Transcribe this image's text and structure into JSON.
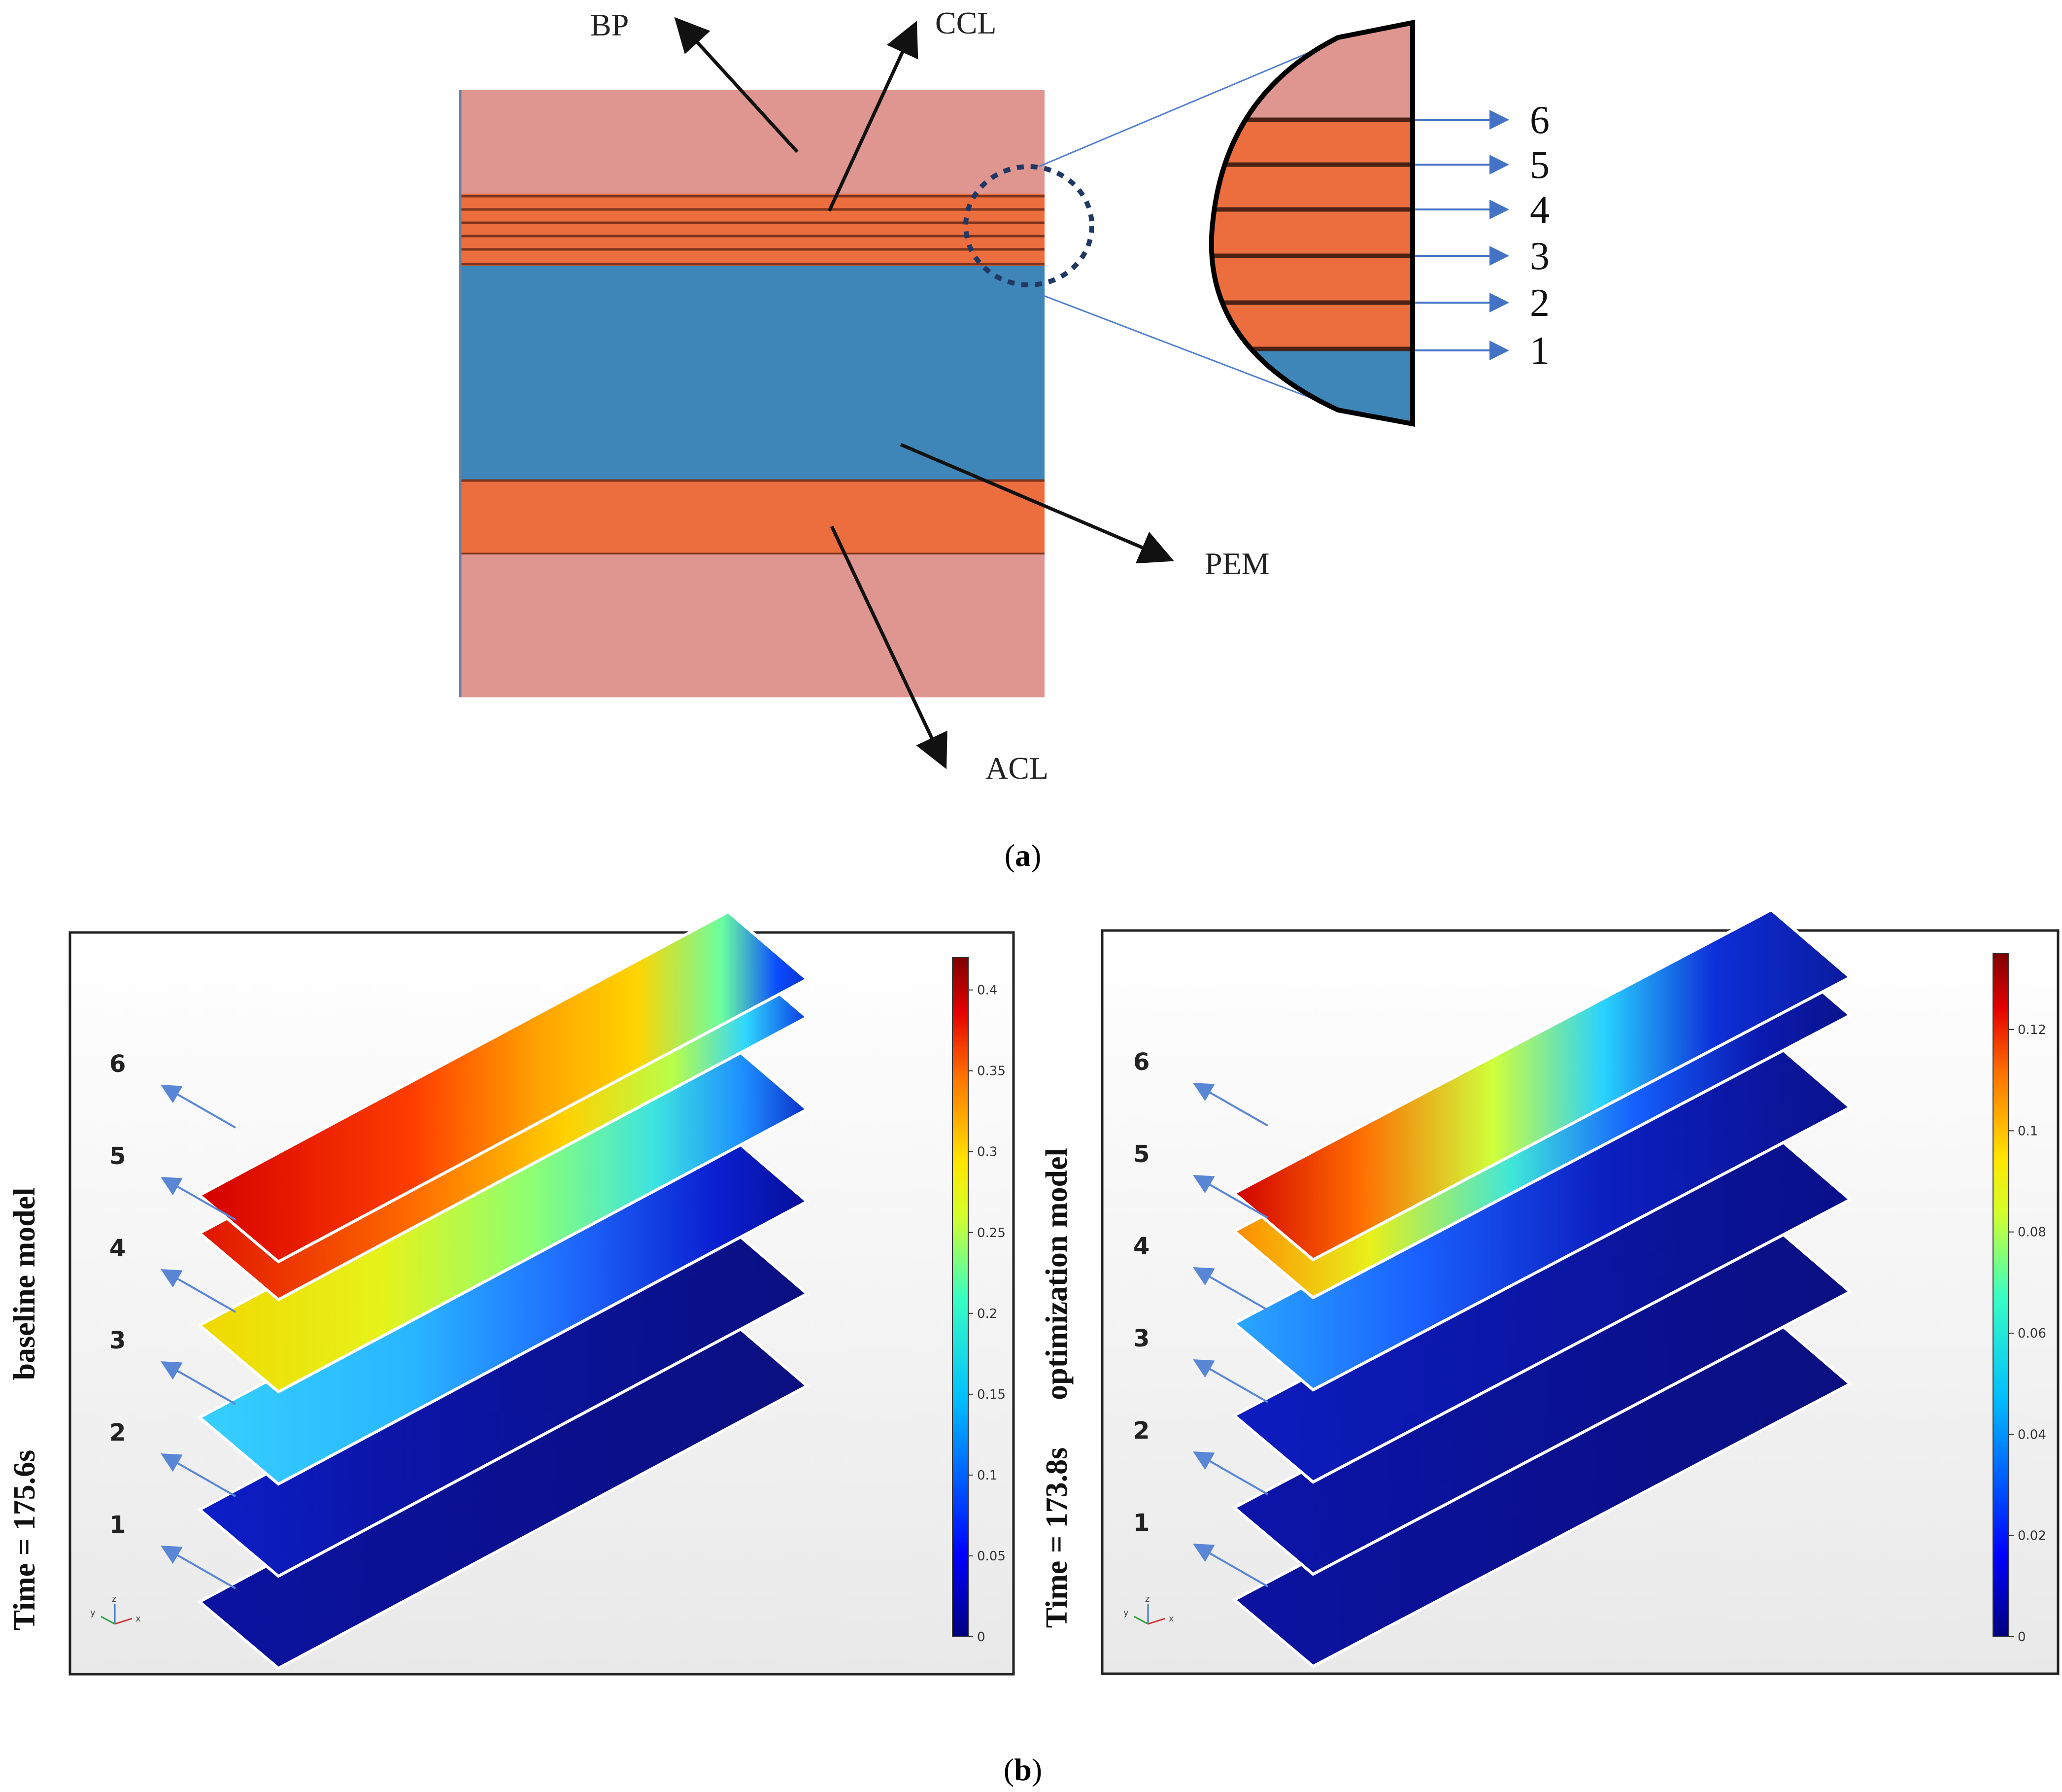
{
  "panel_a": {
    "caption_open": "(",
    "caption_letter": "a",
    "caption_close": ")",
    "labels": {
      "bp": "BP",
      "ccl": "CCL",
      "pem": "PEM",
      "acl": "ACL"
    },
    "zoom_numbers": [
      "6",
      "5",
      "4",
      "3",
      "2",
      "1"
    ],
    "colors": {
      "bp": "#df9690",
      "catalyst": "#ec6e3f",
      "membrane": "#3f86b8",
      "arrow_blue": "#4472c4",
      "line_blue": "#4f7fcf",
      "dashed_circle": "#203864"
    }
  },
  "panel_b": {
    "caption_open": "(",
    "caption_letter": "b",
    "caption_close": ")",
    "plane_numbers": [
      "6",
      "5",
      "4",
      "3",
      "2",
      "1"
    ],
    "left": {
      "title_line1": "baseline  model",
      "title_line2": "Time = 175.6s",
      "colorbar_ticks": [
        "0.4",
        "0.35",
        "0.3",
        "0.25",
        "0.2",
        "0.15",
        "0.1",
        "0.05",
        "0"
      ],
      "colorbar_max": 0.42
    },
    "right": {
      "title_line1": "optimization  model",
      "title_line2": "Time = 173.8s",
      "colorbar_ticks": [
        "0.12",
        "0.1",
        "0.08",
        "0.06",
        "0.04",
        "0.02",
        "0"
      ],
      "colorbar_max": 0.135
    },
    "axis_labels": {
      "x": "x",
      "y": "y",
      "z": "z"
    },
    "colormap": [
      "#00007f",
      "#0000ff",
      "#00bfff",
      "#39ffc2",
      "#d4ff2b",
      "#ffe600",
      "#ff7700",
      "#e50000",
      "#7f0000"
    ]
  }
}
